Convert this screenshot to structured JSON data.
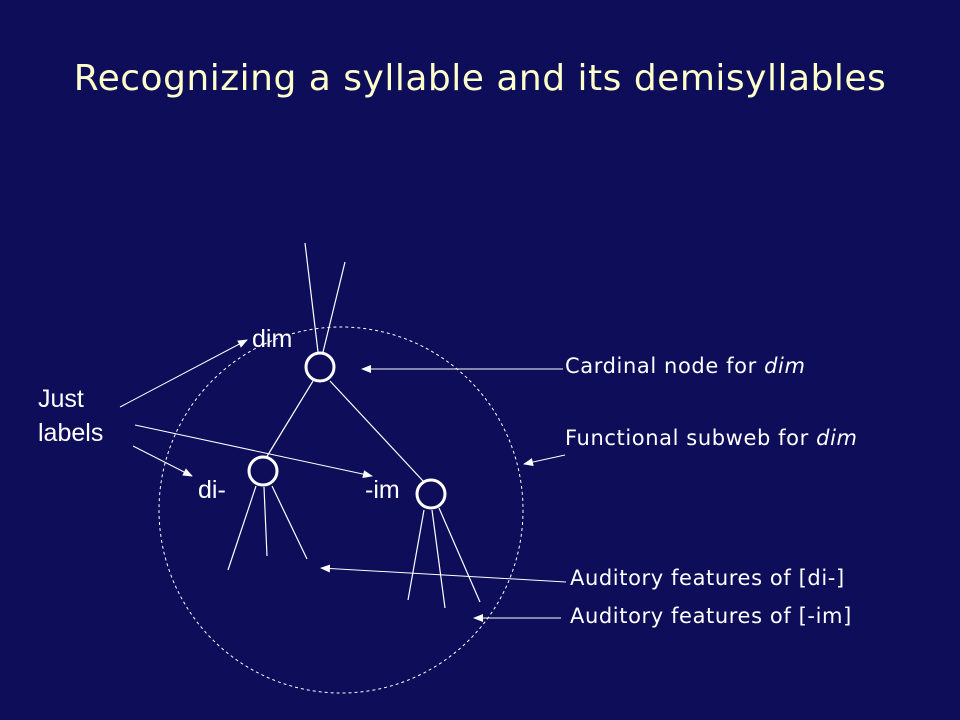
{
  "title": "Recognizing a syllable and its demisyllables",
  "labels": {
    "dim": "dim",
    "di": "di-",
    "im": "-im",
    "just_line1": "Just",
    "just_line2": "labels"
  },
  "annotations": {
    "cardinal_prefix": "Cardinal node for ",
    "cardinal_italic": "dim",
    "functional_prefix": "Functional subweb for ",
    "functional_italic": "dim",
    "auditory_di": "Auditory features of [di-]",
    "auditory_im": "Auditory features of [-im]"
  },
  "colors": {
    "background": "#0d0d5a",
    "title": "#ffffcc",
    "text": "#ffffff",
    "lines": "#ffffff"
  }
}
